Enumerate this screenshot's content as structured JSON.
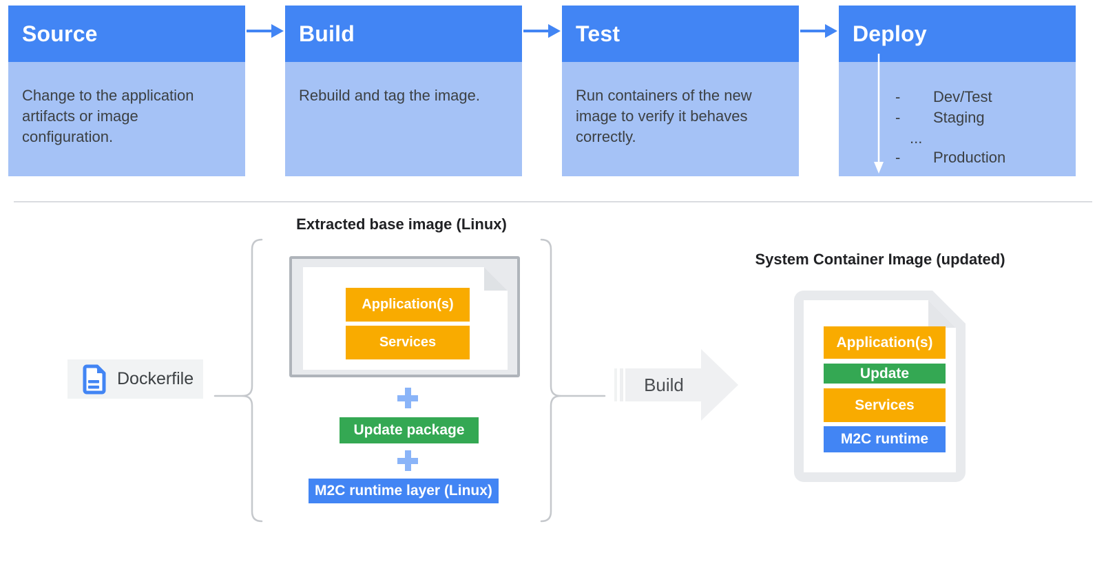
{
  "pipeline": {
    "stages": [
      {
        "title": "Source",
        "description": "Change to the application artifacts or image configuration."
      },
      {
        "title": "Build",
        "description": "Rebuild and tag the image."
      },
      {
        "title": "Test",
        "description": "Run containers of the new image to verify it behaves correctly."
      },
      {
        "title": "Deploy",
        "items": [
          {
            "bullet": "-",
            "label": "Dev/Test"
          },
          {
            "bullet": "-",
            "label": "Staging"
          },
          {
            "bullet": "",
            "label": "..."
          },
          {
            "bullet": "-",
            "label": "Production"
          }
        ]
      }
    ]
  },
  "docker_flow": {
    "dockerfile_label": "Dockerfile",
    "extracted_group_title": "Extracted base image (Linux)",
    "base_image_layers": [
      {
        "label": "Application(s)",
        "color": "#F9AB00"
      },
      {
        "label": "Services",
        "color": "#F9AB00"
      }
    ],
    "additions": [
      {
        "label": "Update package",
        "color": "#34A853"
      },
      {
        "label": "M2C runtime layer (Linux)",
        "color": "#4285F4"
      }
    ],
    "build_arrow_label": "Build",
    "result_title": "System Container Image (updated)",
    "result_layers": [
      {
        "label": "Application(s)",
        "color": "#F9AB00"
      },
      {
        "label": "Update",
        "color": "#34A853"
      },
      {
        "label": "Services",
        "color": "#F9AB00"
      },
      {
        "label": "M2C runtime",
        "color": "#4285F4"
      }
    ]
  },
  "icons": {
    "flow_arrow": "→",
    "deploy_sequence_arrow": "↓",
    "plus": "+",
    "dockerfile_document": "doc"
  },
  "colors": {
    "stage_header_blue": "#4285F4",
    "stage_body_blue": "#A5C2F6",
    "accent_yellow": "#F9AB00",
    "accent_green": "#34A853",
    "accent_blue": "#4285F4",
    "plus_light_blue": "#8AB4F8",
    "divider_gray": "#DADCE0"
  }
}
